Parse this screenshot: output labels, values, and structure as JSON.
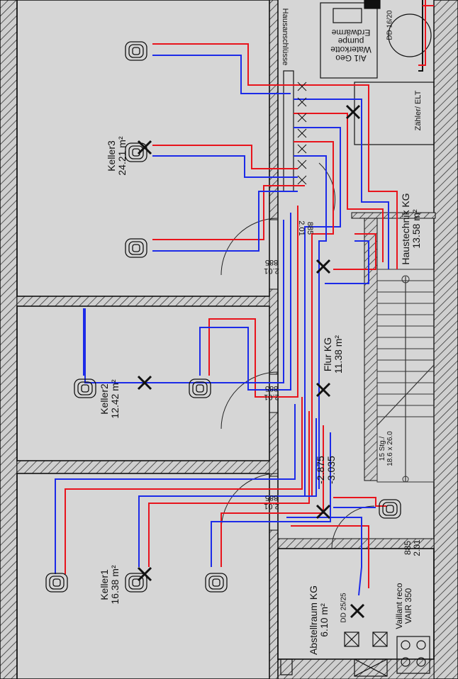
{
  "rooms": {
    "keller3": {
      "name": "Keller3",
      "area": "24.21 m²"
    },
    "keller2": {
      "name": "Keller2",
      "area": "12.42 m²"
    },
    "keller1": {
      "name": "Keller1",
      "area": "16.38 m²"
    },
    "flur": {
      "name": "Flur KG",
      "area": "11.38 m²"
    },
    "haustechnik": {
      "name": "Haustechnik KG",
      "area": "13.58 m²"
    },
    "abstellraum": {
      "name": "Abstellraum KG",
      "area": "6.10 m²"
    }
  },
  "labels": {
    "hausanschluesse": "Hausanschlüsse",
    "zaehler": "Zähler/ ELT",
    "waermepumpe_l1": "Erdwärme",
    "waermepumpe_l2": "pumpe",
    "waermepumpe_l3": "Waterkotte",
    "waermepumpe_l4": "Ai1 Geo",
    "dd_top": "DD 16/20",
    "dd_bottom": "DD 25/25",
    "vent_l1": "Vaillant reco",
    "vent_l2": "VAIR 350",
    "stair_l1": "15 Stg./",
    "stair_l2": "18.6 x 26.0",
    "level_l1": "-2.875",
    "level_l2": "-3.035"
  },
  "doors": [
    {
      "w": "885",
      "h": "2.01"
    },
    {
      "w": "885",
      "h": "2.01"
    },
    {
      "w": "885",
      "h": "2.01"
    },
    {
      "w": "885",
      "h": "2.01"
    },
    {
      "w": "885",
      "h": "2.01"
    }
  ],
  "colors": {
    "wall_fill": "#bdbdbd",
    "room_fill": "#d6d6d6",
    "supply": "#e8141c",
    "return": "#1c2be8",
    "line": "#111111"
  }
}
